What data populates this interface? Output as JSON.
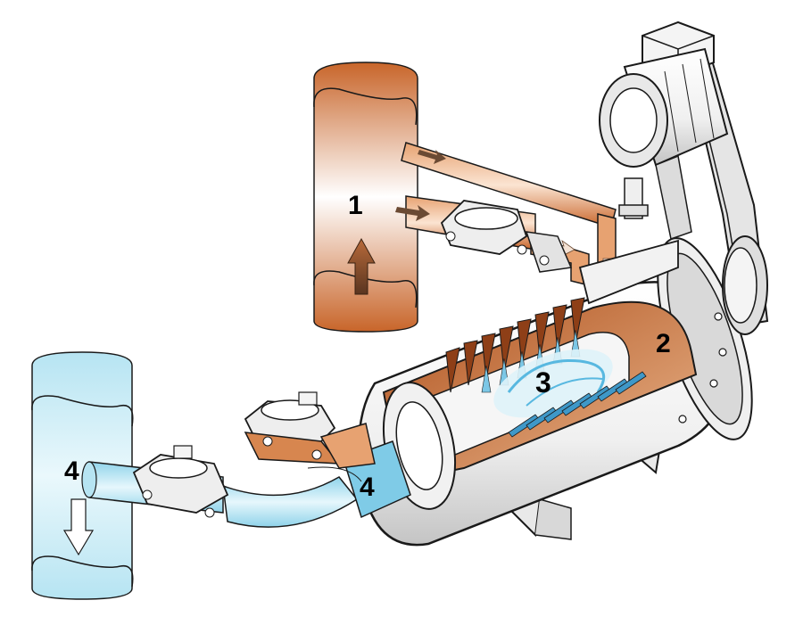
{
  "labels": {
    "stage1": "1",
    "stage2": "2",
    "stage3": "3",
    "stage4_left": "4",
    "stage4_right": "4"
  },
  "colors": {
    "hot": "#c8652a",
    "hot_light": "#f3c9a6",
    "cold": "#9fdcef",
    "cold_light": "#dff3fa",
    "outline": "#1a1a1a",
    "metal": "#f2f2f2",
    "metal_shade": "#c9c9c9",
    "interior": "#b85a24"
  },
  "icons": {
    "inlet_pipe": "vertical-pipe-hot",
    "outlet_pipe": "vertical-pipe-cold",
    "motor": "electric-motor",
    "vessel": "cylindrical-vessel-cutaway",
    "valve": "diaphragm-valve"
  }
}
